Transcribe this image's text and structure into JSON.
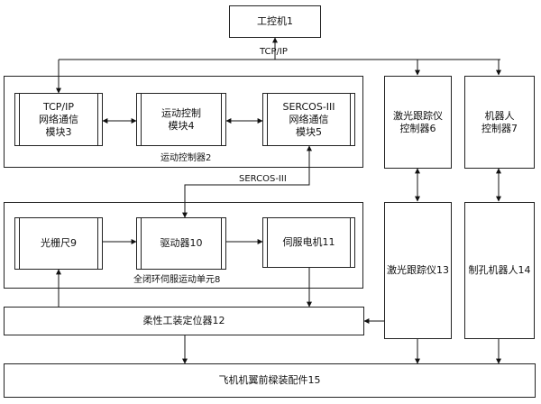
{
  "nodes": {
    "ipc": "工控机1",
    "tcp_module": "TCP/IP\n网络通信\n模块3",
    "motion_module": "运动控制\n模块4",
    "sercos_module": "SERCOS-III\n网络通信\n模块5",
    "motion_controller": "运动控制器2",
    "laser_ctrl": "激光跟踪仪\n控制器6",
    "robot_ctrl": "机器人\n控制器7",
    "grating": "光栅尺9",
    "driver": "驱动器10",
    "servo_motor": "伺服电机11",
    "closed_loop_unit": "全闭环伺服运动单元8",
    "laser_tracker": "激光跟踪仪13",
    "drilling_robot": "制孔机器人14",
    "positioner": "柔性工装定位器12",
    "wing_assembly": "飞机机翼前樑装配件15"
  },
  "links": {
    "tcp_ip": "TCP/IP",
    "sercos": "SERCOS-III"
  }
}
